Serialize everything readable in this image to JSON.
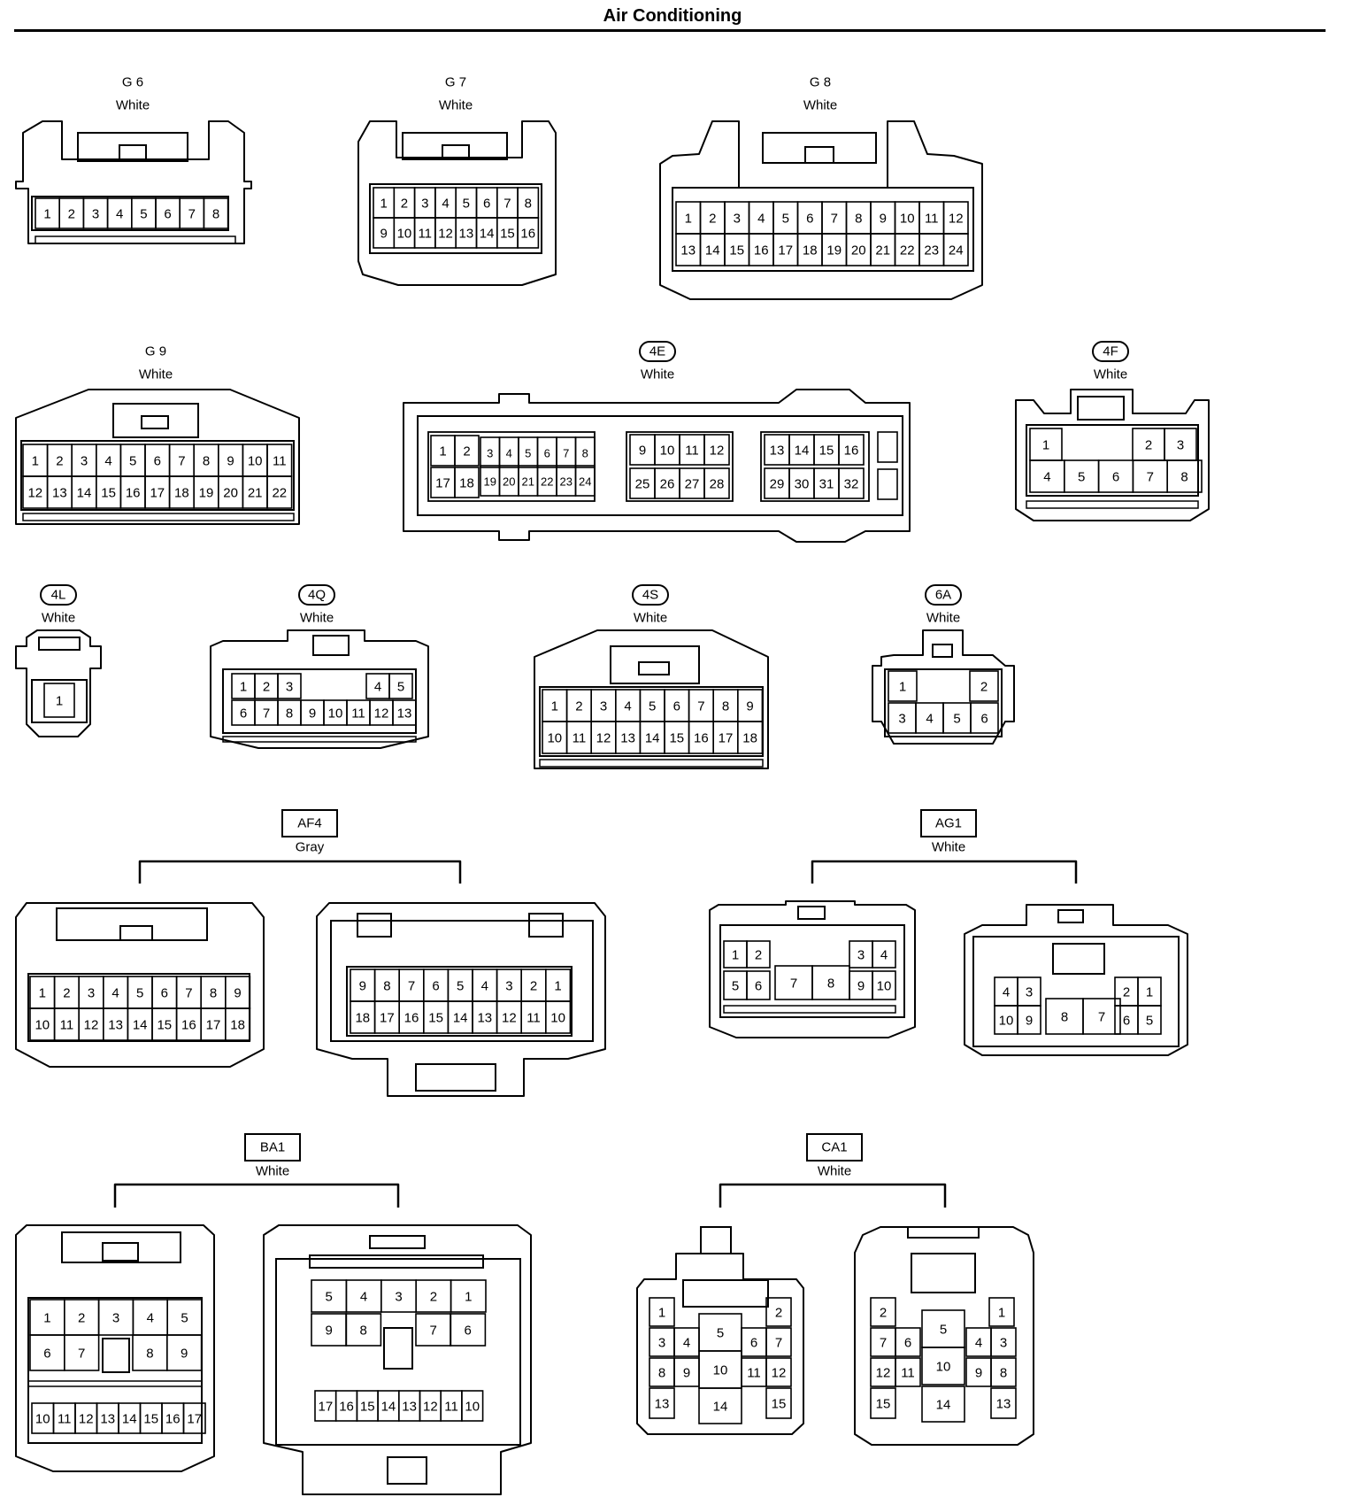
{
  "title": "Air Conditioning",
  "connectors": {
    "g6": {
      "code": "G 6",
      "color": "White",
      "pins": [
        "1",
        "2",
        "3",
        "4",
        "5",
        "6",
        "7",
        "8"
      ]
    },
    "g7": {
      "code": "G 7",
      "color": "White",
      "pins": [
        "1",
        "2",
        "3",
        "4",
        "5",
        "6",
        "7",
        "8",
        "9",
        "10",
        "11",
        "12",
        "13",
        "14",
        "15",
        "16"
      ]
    },
    "g8": {
      "code": "G 8",
      "color": "White",
      "pins": [
        "1",
        "2",
        "3",
        "4",
        "5",
        "6",
        "7",
        "8",
        "9",
        "10",
        "11",
        "12",
        "13",
        "14",
        "15",
        "16",
        "17",
        "18",
        "19",
        "20",
        "21",
        "22",
        "23",
        "24"
      ]
    },
    "g9": {
      "code": "G 9",
      "color": "White",
      "pins": [
        "1",
        "2",
        "3",
        "4",
        "5",
        "6",
        "7",
        "8",
        "9",
        "10",
        "11",
        "12",
        "13",
        "14",
        "15",
        "16",
        "17",
        "18",
        "19",
        "20",
        "21",
        "22"
      ]
    },
    "c4e": {
      "code": "4E",
      "color": "White",
      "pins": [
        "1",
        "2",
        "3",
        "4",
        "5",
        "6",
        "7",
        "8",
        "9",
        "10",
        "11",
        "12",
        "13",
        "14",
        "15",
        "16",
        "17",
        "18",
        "19",
        "20",
        "21",
        "22",
        "23",
        "24",
        "25",
        "26",
        "27",
        "28",
        "29",
        "30",
        "31",
        "32"
      ]
    },
    "c4f": {
      "code": "4F",
      "color": "White",
      "pins": [
        "1",
        "2",
        "3",
        "4",
        "5",
        "6",
        "7",
        "8"
      ]
    },
    "c4l": {
      "code": "4L",
      "color": "White",
      "pins": [
        "1"
      ]
    },
    "c4q": {
      "code": "4Q",
      "color": "White",
      "pins": [
        "1",
        "2",
        "3",
        "4",
        "5",
        "6",
        "7",
        "8",
        "9",
        "10",
        "11",
        "12",
        "13"
      ]
    },
    "c4s": {
      "code": "4S",
      "color": "White",
      "pins": [
        "1",
        "2",
        "3",
        "4",
        "5",
        "6",
        "7",
        "8",
        "9",
        "10",
        "11",
        "12",
        "13",
        "14",
        "15",
        "16",
        "17",
        "18"
      ]
    },
    "c6a": {
      "code": "6A",
      "color": "White",
      "pins": [
        "1",
        "2",
        "3",
        "4",
        "5",
        "6"
      ]
    },
    "af4": {
      "code": "AF4",
      "color": "Gray",
      "left": {
        "pins": [
          "1",
          "2",
          "3",
          "4",
          "5",
          "6",
          "7",
          "8",
          "9",
          "10",
          "11",
          "12",
          "13",
          "14",
          "15",
          "16",
          "17",
          "18"
        ]
      },
      "right": {
        "pins": [
          "9",
          "8",
          "7",
          "6",
          "5",
          "4",
          "3",
          "2",
          "1",
          "18",
          "17",
          "16",
          "15",
          "14",
          "13",
          "12",
          "11",
          "10"
        ]
      }
    },
    "ag1": {
      "code": "AG1",
      "color": "White",
      "left": {
        "pins": [
          "1",
          "2",
          "3",
          "4",
          "5",
          "6",
          "7",
          "8",
          "9",
          "10"
        ]
      },
      "right": {
        "pins": [
          "4",
          "3",
          "2",
          "1",
          "10",
          "9",
          "8",
          "7",
          "6",
          "5"
        ]
      }
    },
    "ba1": {
      "code": "BA1",
      "color": "White",
      "left": {
        "pins": [
          "1",
          "2",
          "3",
          "4",
          "5",
          "6",
          "7",
          "8",
          "9",
          "10",
          "11",
          "12",
          "13",
          "14",
          "15",
          "16",
          "17"
        ]
      },
      "right": {
        "pins": [
          "5",
          "4",
          "3",
          "2",
          "1",
          "9",
          "8",
          "7",
          "6",
          "17",
          "16",
          "15",
          "14",
          "13",
          "12",
          "11",
          "10"
        ]
      }
    },
    "ca1": {
      "code": "CA1",
      "color": "White",
      "left": {
        "pins": [
          "1",
          "2",
          "3",
          "4",
          "5",
          "6",
          "7",
          "8",
          "9",
          "10",
          "11",
          "12",
          "13",
          "14",
          "15"
        ]
      },
      "right": {
        "pins": [
          "2",
          "1",
          "5",
          "7",
          "6",
          "4",
          "3",
          "10",
          "12",
          "11",
          "9",
          "8",
          "14",
          "15",
          "13"
        ]
      }
    }
  }
}
